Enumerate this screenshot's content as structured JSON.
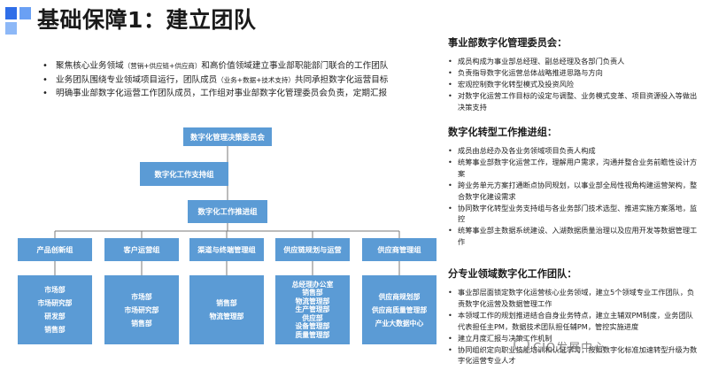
{
  "title": "基础保障1：建立团队",
  "intro": {
    "items": [
      {
        "before": "聚焦核心业务领域",
        "note": "（营销+供应链+供应商）",
        "after": "和高价值领域建立事业部职能部门联合的工作团队"
      },
      {
        "before": "业务团队围绕专业领域项目运行，团队成员",
        "note": "（业务+数据+技术支持）",
        "after": "共同承担数字化运营目标"
      },
      {
        "before": "明确事业部数字化运营工作团队成员，工作组对事业部数字化管理委员会负责，定期汇报",
        "note": "",
        "after": ""
      }
    ]
  },
  "org": {
    "top": "数字化管理决策委员会",
    "support": "数字化工作支持组",
    "push": "数字化工作推进组",
    "groups": [
      "产品创新组",
      "客户运营组",
      "渠道与终端管理组",
      "供应链规划与运营",
      "供应商管理组"
    ],
    "subs": [
      [
        "市场部",
        "市场研究部",
        "研发部",
        "销售部"
      ],
      [
        "市场部",
        "市场研究部",
        "销售部"
      ],
      [
        "销售部",
        "物流管理部"
      ],
      [
        "总经理办公室",
        "销售部",
        "物流管理部",
        "生产管理部",
        "供应部",
        "设备管理部",
        "质量管理部"
      ],
      [
        "供应商规划部",
        "供应商质量管理部",
        "产业大数据中心"
      ]
    ]
  },
  "committee": {
    "heading": "事业部数字化管理委员会：",
    "items": [
      "成员构成为事业部总经理、副总经理及各部门负责人",
      "负责指导数字化运营总体战略推进思路与方向",
      "宏观控制数字化转型模式及投资风险",
      "对数字化运营工作目标的设定与调整、业务模式变革、项目资源投入等做出决策支持"
    ]
  },
  "workgroup": {
    "heading": "数字化转型工作推进组：",
    "items": [
      "成员由总经办及各业务领域项目负责人构成",
      "统筹事业部数字化运营工作，理解用户需求，沟通并整合业务前瞻性设计方案",
      "跨业务单元方案打通断点协同规划，以事业部全局性视角构建运营架构，整合数字化建设需求",
      "协同数字化转型业务支持组与各业务部门技术选型、推进实施方案落地，监控",
      "统筹事业部主数据系统建设、入湖数据质量治理以及应用开发等数据管理工作"
    ]
  },
  "teams": {
    "heading": "分专业领域数字化工作团队：",
    "items": [
      "事业部层面锁定数字化运营核心业务领域，建立5个领域专业工作团队，负责数字化运营及数据管理工作",
      "本领域工作的规划推进结合自身业务特点，建立主辅双PM制度，业务团队代表担任主PM，数据技术团队担任辅PM，管控实施进度",
      "建立月度汇报与决策工作机制",
      "协同组织定向职业技能培训和认证学习，按照数字化标准加速转型升级为数字化运营专业人才"
    ]
  },
  "watermark": "CIO发展中心"
}
